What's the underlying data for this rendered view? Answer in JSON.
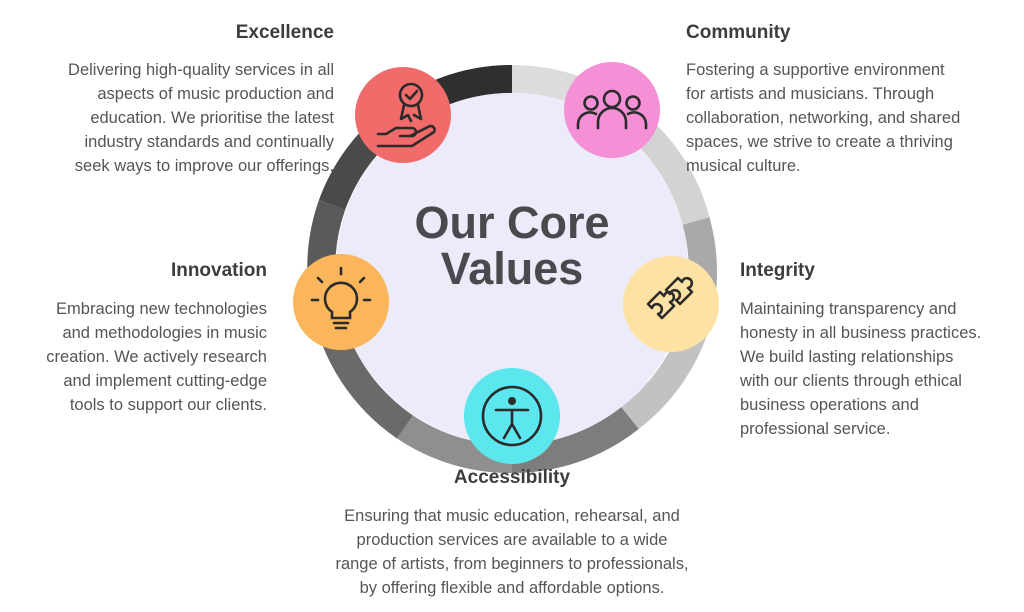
{
  "center_title": [
    "Our Core",
    "Values"
  ],
  "values": {
    "excellence": {
      "title": "Excellence",
      "lines": [
        "Delivering high-quality services in all",
        "aspects of music production and",
        "education. We prioritise the latest",
        "industry standards and continually",
        "seek ways to improve our offerings."
      ],
      "color": "#f26b6b",
      "icon": "award-hand-icon"
    },
    "community": {
      "title": "Community",
      "lines": [
        "Fostering a supportive environment",
        "for artists and musicians. Through",
        "collaboration, networking, and shared",
        "spaces, we strive to create a thriving",
        "musical culture."
      ],
      "color": "#f58fd6",
      "icon": "people-group-icon"
    },
    "innovation": {
      "title": "Innovation",
      "lines": [
        "Embracing new technologies",
        "and methodologies in music",
        "creation. We actively research",
        "and implement cutting-edge",
        "tools to support our clients."
      ],
      "color": "#fbb55a",
      "icon": "lightbulb-icon"
    },
    "integrity": {
      "title": "Integrity",
      "lines": [
        "Maintaining transparency and",
        "honesty in all business practices.",
        "We build lasting relationships",
        "with our clients through ethical",
        "business operations and",
        "professional service."
      ],
      "color": "#fde2a3",
      "icon": "puzzle-pieces-icon"
    },
    "accessibility": {
      "title": "Accessibility",
      "lines": [
        "Ensuring that music education, rehearsal, and",
        "production services are available to a wide",
        "range of artists, from beginners to professionals,",
        "by offering flexible and affordable options."
      ],
      "color": "#5ce6ee",
      "icon": "accessibility-person-icon"
    }
  },
  "colors": {
    "center_fill": "#ecebfa",
    "ring_segments": [
      "#d8d8d8",
      "#bdbdbd",
      "#9a9a9a",
      "#7a7a7a",
      "#5a5a5a",
      "#3a3a3a"
    ]
  }
}
